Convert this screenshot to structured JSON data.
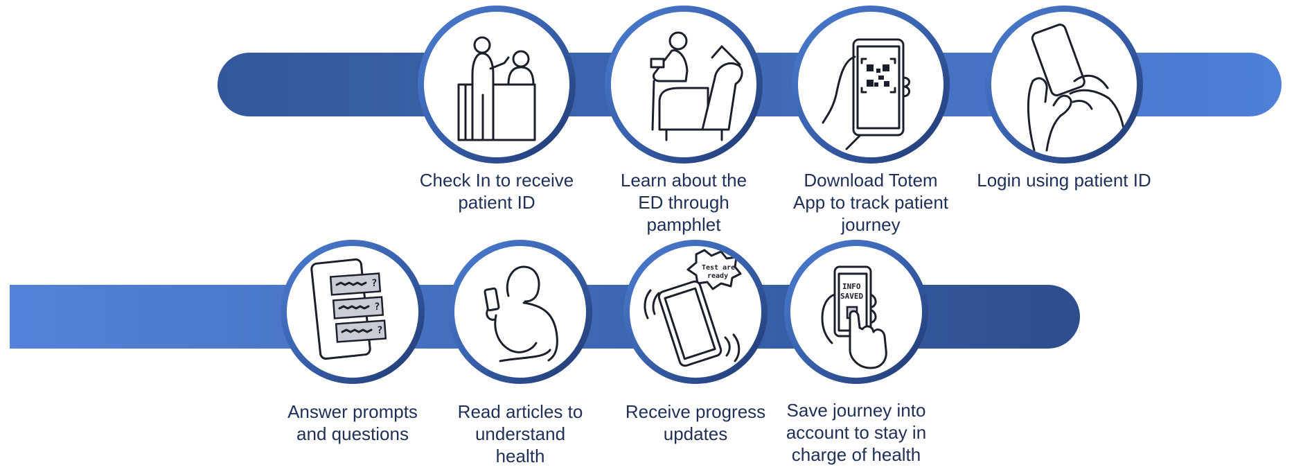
{
  "steps": [
    {
      "label_lines": [
        "Check In to receive",
        "patient ID"
      ],
      "icon": "check-in-desk-icon"
    },
    {
      "label_lines": [
        "Learn about the",
        "ED through",
        "pamphlet"
      ],
      "icon": "person-reading-in-armchair-icon"
    },
    {
      "label_lines": [
        "Download Totem",
        "App to track patient",
        "journey"
      ],
      "icon": "phone-qr-code-icon"
    },
    {
      "label_lines": [
        "Login using patient ID"
      ],
      "icon": "hands-holding-phone-icon"
    },
    {
      "label_lines": [
        "Answer prompts",
        "and questions"
      ],
      "icon": "phone-questions-icon"
    },
    {
      "label_lines": [
        "Read articles to",
        "understand",
        "health"
      ],
      "icon": "person-reading-phone-icon"
    },
    {
      "label_lines": [
        "Receive progress",
        "updates"
      ],
      "icon": "vibrating-phone-notification-icon",
      "icon_text": [
        "Test are",
        "ready"
      ]
    },
    {
      "label_lines": [
        "Save journey into",
        "account to stay in",
        "charge of health"
      ],
      "icon": "phone-info-saved-icon",
      "icon_text": [
        "INFO",
        "SAVED"
      ]
    }
  ],
  "colors": {
    "band_dark": "#2e4d8c",
    "band_light": "#5383d8",
    "label_text": "#1f2f57",
    "line_art": "#1b1f2b"
  }
}
